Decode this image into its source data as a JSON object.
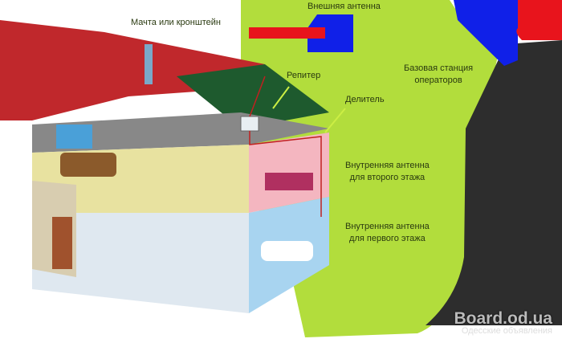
{
  "labels": {
    "mast": "Мачта или кронштейн",
    "external_antenna": "Внешняя антенна",
    "repeater": "Репитер",
    "base_station_line1": "Базовая станция",
    "base_station_line2": "операторов",
    "splitter": "Делитель",
    "inner_antenna_2_line1": "Внутренняя антенна",
    "inner_antenna_2_line2": "для второго этажа",
    "inner_antenna_1_line1": "Внутренняя антенна",
    "inner_antenna_1_line2": "для первого этажа"
  },
  "watermark": {
    "site": "Board.od.ua",
    "subtitle": "Одесские объявления"
  },
  "colors": {
    "green": "#b2dd3c",
    "dark": "#2d2d2d",
    "blue": "#1020e8",
    "red": "#e8141c",
    "roof": "#c0282c"
  }
}
